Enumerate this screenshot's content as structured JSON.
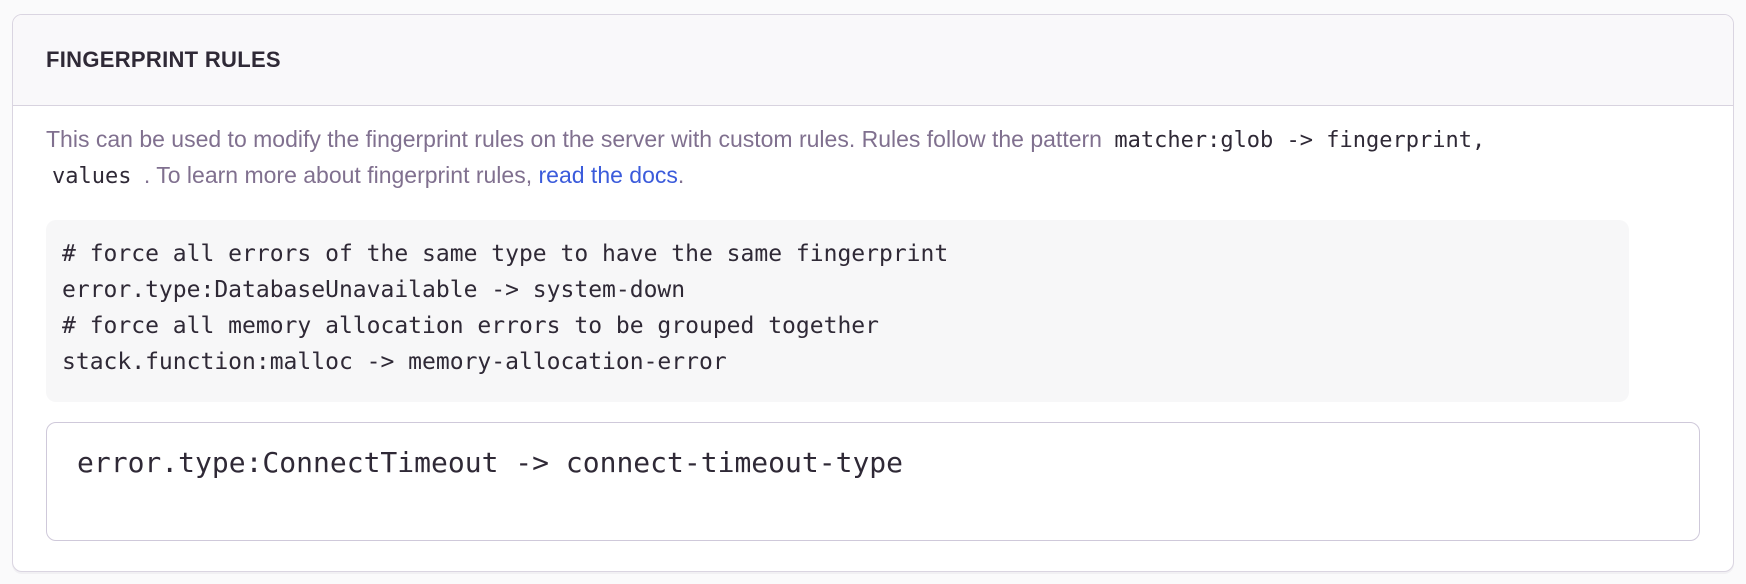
{
  "panel": {
    "title": "FINGERPRINT RULES"
  },
  "description": {
    "text_before_code": "This can be used to modify the fingerprint rules on the server with custom rules. Rules follow the pattern ",
    "code_line1": "matcher:glob -> fingerprint,",
    "code_line2": "values",
    "text_after_code": " . To learn more about fingerprint rules, ",
    "link_label": "read the docs",
    "text_end": "."
  },
  "example": {
    "code": "# force all errors of the same type to have the same fingerprint\nerror.type:DatabaseUnavailable -> system-down\n# force all memory allocation errors to be grouped together\nstack.function:malloc -> memory-allocation-error"
  },
  "editor": {
    "value": "error.type:ConnectTimeout -> connect-timeout-type"
  },
  "colors": {
    "link": "#3b5bdb",
    "panel_border": "#dad5e1",
    "header_background": "#f9f8fa",
    "description_text": "#80708f",
    "code_text": "#2f2936",
    "example_background": "#f7f7f8"
  }
}
